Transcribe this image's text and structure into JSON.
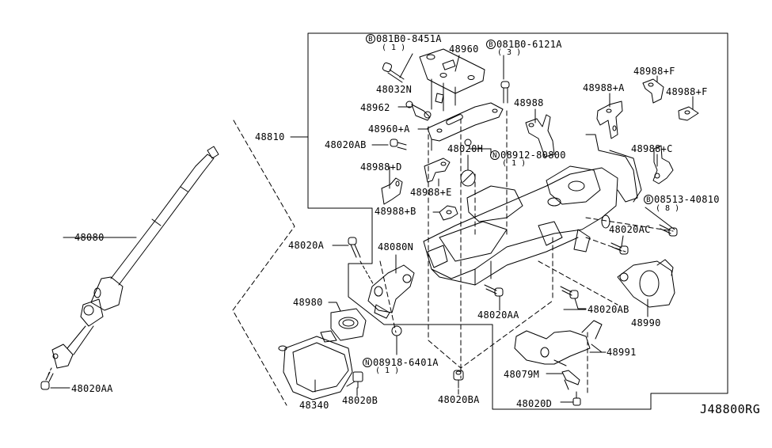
{
  "diagram": {
    "code": "J48800RG",
    "colors": {
      "line": "#000000",
      "background": "#ffffff"
    },
    "parts": [
      {
        "id": "p48080",
        "number": "48080"
      },
      {
        "id": "p48020AA_left",
        "number": "48020AA"
      },
      {
        "id": "p48810",
        "number": "48810"
      },
      {
        "id": "p48020AB_top",
        "number": "48020AB"
      },
      {
        "id": "p48988D",
        "number": "48988+D"
      },
      {
        "id": "p48988E",
        "number": "48988+E"
      },
      {
        "id": "p48988B",
        "number": "48988+B"
      },
      {
        "id": "p48020A",
        "number": "48020A"
      },
      {
        "id": "p48080N",
        "number": "48080N"
      },
      {
        "id": "p48980",
        "number": "48980"
      },
      {
        "id": "p48340",
        "number": "48340"
      },
      {
        "id": "p48020B",
        "number": "48020B"
      },
      {
        "id": "p48020BA",
        "number": "48020BA"
      },
      {
        "id": "p48020AA_mid",
        "number": "48020AA"
      },
      {
        "id": "p48020AB_mid",
        "number": "48020AB"
      },
      {
        "id": "p48990",
        "number": "48990"
      },
      {
        "id": "p48991",
        "number": "48991"
      },
      {
        "id": "p48079M",
        "number": "48079M"
      },
      {
        "id": "p48020D",
        "number": "48020D"
      },
      {
        "id": "p48020AC",
        "number": "48020AC"
      },
      {
        "id": "p48020H",
        "number": "48020H"
      },
      {
        "id": "p48960",
        "number": "48960"
      },
      {
        "id": "p48960A",
        "number": "48960+A"
      },
      {
        "id": "p48032N",
        "number": "48032N"
      },
      {
        "id": "p48962",
        "number": "48962"
      },
      {
        "id": "p48988",
        "number": "48988"
      },
      {
        "id": "p48988A",
        "number": "48988+A"
      },
      {
        "id": "p48988F1",
        "number": "48988+F"
      },
      {
        "id": "p48988F2",
        "number": "48988+F"
      },
      {
        "id": "p48988C",
        "number": "48988+C"
      }
    ],
    "fasteners": [
      {
        "id": "f1",
        "symbol": "B",
        "number": "081B0-8451A",
        "qty": "( 1 )"
      },
      {
        "id": "f2",
        "symbol": "B",
        "number": "081B0-6121A",
        "qty": "( 3 )"
      },
      {
        "id": "f3",
        "symbol": "N",
        "number": "08912-80800",
        "qty": "( 1 )"
      },
      {
        "id": "f4",
        "symbol": "B",
        "number": "08513-40810",
        "qty": "( 8 )"
      },
      {
        "id": "f5",
        "symbol": "N",
        "number": "08918-6401A",
        "qty": "( 1 )"
      }
    ]
  }
}
